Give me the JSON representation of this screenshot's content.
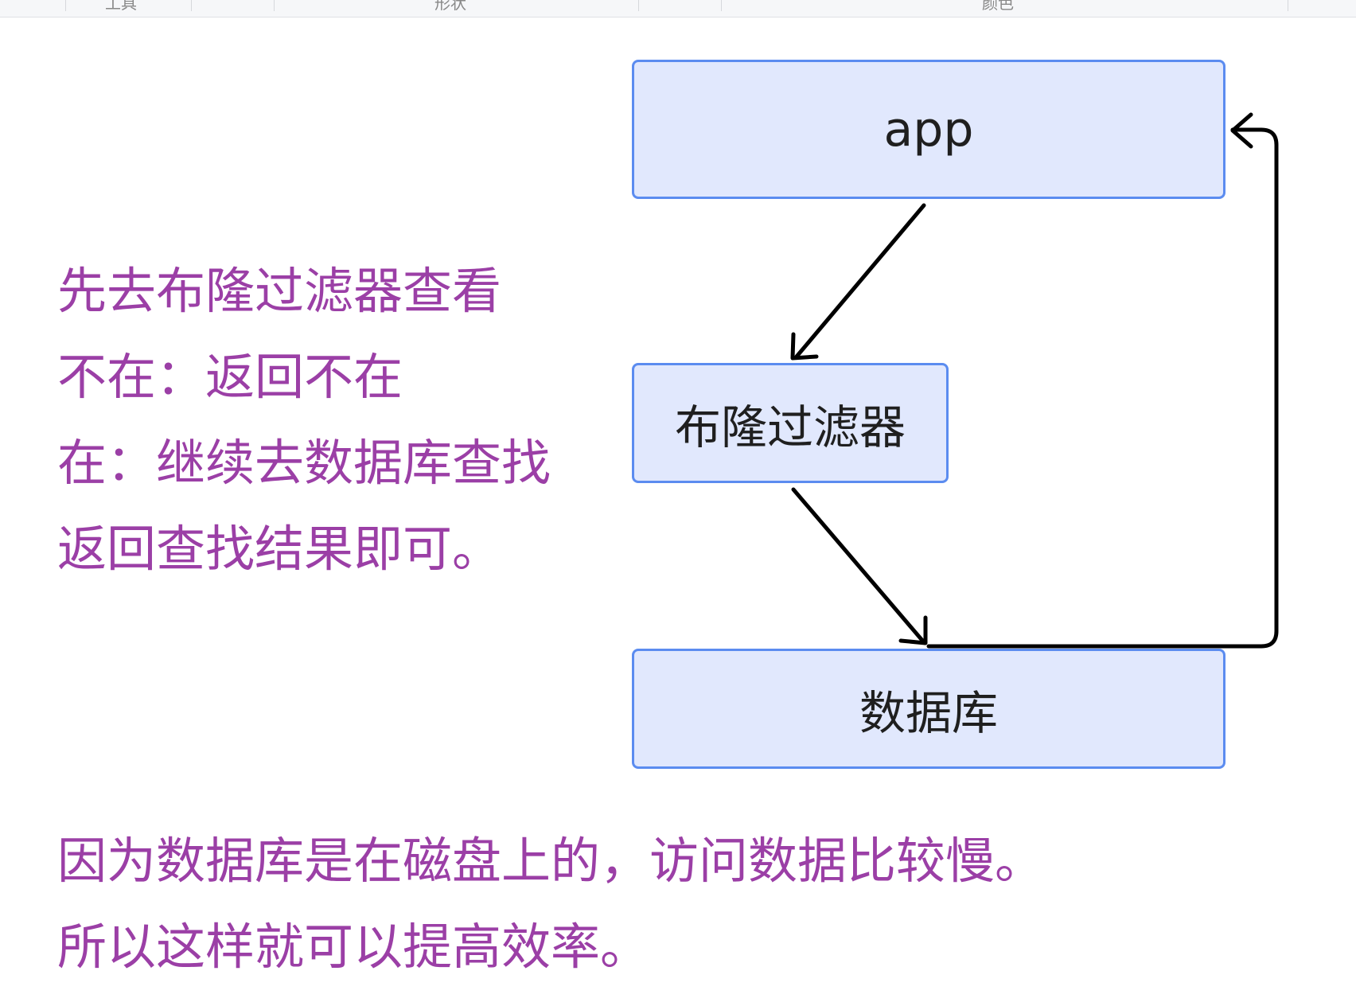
{
  "toolbar": {
    "labels": [
      "工具",
      "形状",
      "颜色"
    ]
  },
  "nodes": {
    "app": "app",
    "bloom_filter": "布隆过滤器",
    "database": "数据库"
  },
  "notes": {
    "top_lines": [
      "先去布隆过滤器查看",
      "不在：返回不在",
      "在：继续去数据库查找",
      "返回查找结果即可。"
    ],
    "bottom_lines": [
      "因为数据库是在磁盘上的，访问数据比较慢。",
      "所以这样就可以提高效率。"
    ]
  },
  "colors": {
    "node_fill": "#e1e8fd",
    "node_border": "#5b8cf0",
    "note_text": "#9b3fa6",
    "arrow": "#000000"
  }
}
